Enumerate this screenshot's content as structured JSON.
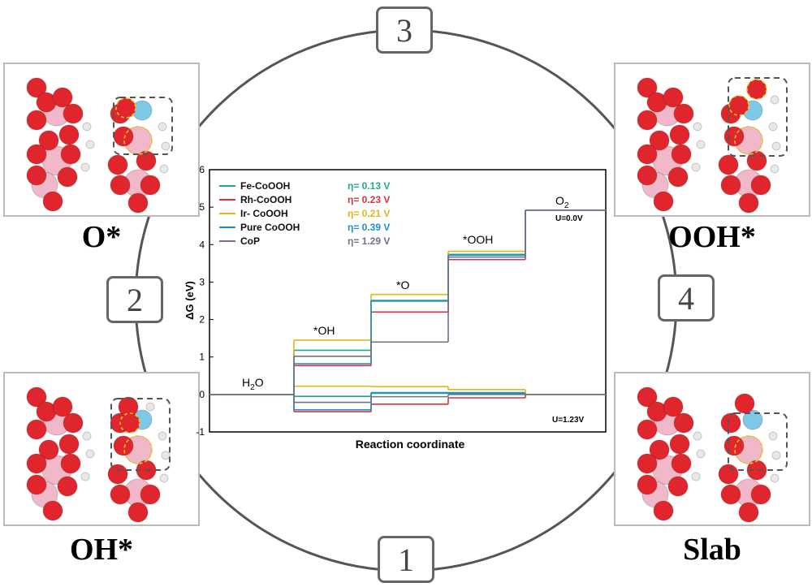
{
  "panels": [
    {
      "id": "o-star",
      "label": "O*"
    },
    {
      "id": "ooh-star",
      "label": "OOH*"
    },
    {
      "id": "oh-star",
      "label": "OH*"
    },
    {
      "id": "slab",
      "label": "Slab"
    }
  ],
  "steps": [
    "1",
    "2",
    "3",
    "4"
  ],
  "colors": {
    "fe": "#1fa890",
    "rh": "#d9343c",
    "ir": "#e7b416",
    "pure": "#1f8fd0",
    "cop": "#6d7388",
    "oxygen": "#e0262c",
    "metal": "#f0b8c8",
    "dopant": "#7ec8e8",
    "hydrogen": "#e8e8e8"
  },
  "chart_data": {
    "type": "line",
    "xlabel": "Reaction coordinate",
    "ylabel": "ΔG (eV)",
    "ylim": [
      -1,
      6
    ],
    "yticks": [
      "-1",
      "0",
      "1",
      "2",
      "3",
      "4",
      "5",
      "6"
    ],
    "stage_labels": [
      "H2O",
      "*OH",
      "*O",
      "*OOH",
      "O2"
    ],
    "potential_labels": {
      "u0": "U=0.0V",
      "u123": "U=1.23V"
    },
    "series": [
      {
        "name": "Fe-CoOOH",
        "eta": "η= 0.13 V",
        "color": "#1fa890",
        "u0": [
          0,
          1.18,
          2.49,
          3.74,
          4.92
        ],
        "u123": [
          0,
          -0.05,
          0.03,
          0.05,
          0
        ]
      },
      {
        "name": "Rh-CoOOH",
        "eta": "η= 0.23 V",
        "color": "#d9343c",
        "u0": [
          0,
          0.77,
          2.2,
          3.6,
          4.92
        ],
        "u123": [
          0,
          -0.46,
          -0.26,
          -0.09,
          0
        ]
      },
      {
        "name": "Ir- CoOOH",
        "eta": "η= 0.21 V",
        "color": "#e7b416",
        "u0": [
          0,
          1.45,
          2.67,
          3.82,
          4.92
        ],
        "u123": [
          0,
          0.22,
          0.21,
          0.13,
          0
        ]
      },
      {
        "name": "Pure CoOOH",
        "eta": "η= 0.39 V",
        "color": "#1f8fd0",
        "u0": [
          0,
          0.82,
          2.51,
          3.72,
          4.92
        ],
        "u123": [
          0,
          -0.41,
          0.05,
          0.03,
          0
        ]
      },
      {
        "name": "CoP",
        "eta": "η= 1.29 V",
        "color": "#6d7388",
        "u0": [
          0,
          1.02,
          1.4,
          3.67,
          4.92
        ],
        "u123": [
          0,
          -0.21,
          -0.06,
          0,
          0
        ]
      }
    ]
  }
}
